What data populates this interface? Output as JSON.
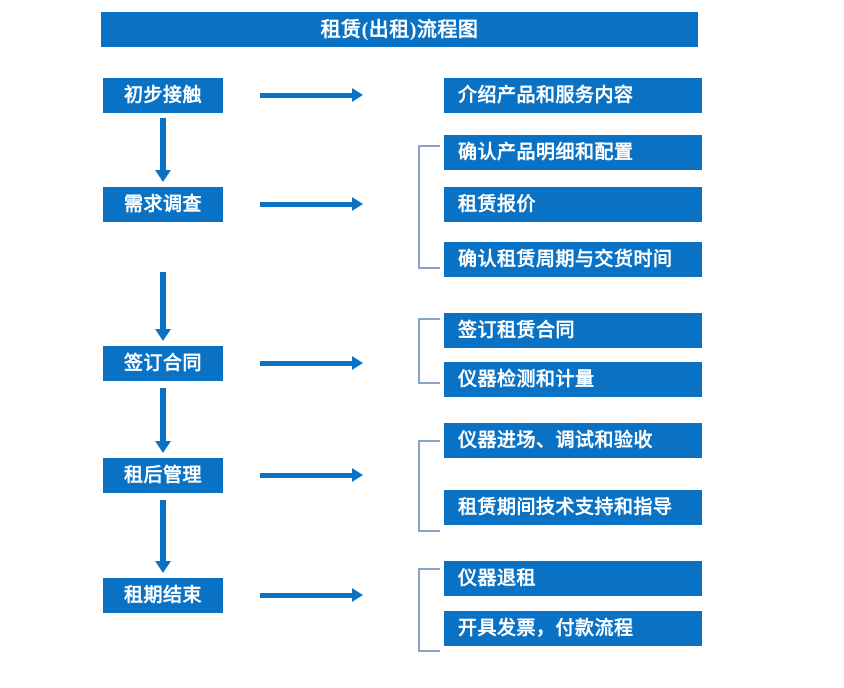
{
  "title": {
    "text": "租赁(出租)流程图"
  },
  "colors": {
    "box_blue": "#0a72c4",
    "bracket": "#8ba3c2",
    "text": "#ffffff",
    "background": "#ffffff"
  },
  "stages": [
    {
      "id": "initial-contact",
      "label": "初步接触"
    },
    {
      "id": "demand-survey",
      "label": "需求调查"
    },
    {
      "id": "sign-contract",
      "label": "签订合同"
    },
    {
      "id": "post-rent-mgmt",
      "label": "租后管理"
    },
    {
      "id": "lease-end",
      "label": "租期结束"
    }
  ],
  "detail_groups": [
    {
      "stage": "initial-contact",
      "has_bracket": false,
      "items": [
        {
          "label": "介绍产品和服务内容"
        }
      ]
    },
    {
      "stage": "demand-survey",
      "has_bracket": true,
      "items": [
        {
          "label": "确认产品明细和配置"
        },
        {
          "label": "租赁报价"
        },
        {
          "label": "确认租赁周期与交货时间"
        }
      ]
    },
    {
      "stage": "sign-contract",
      "has_bracket": true,
      "items": [
        {
          "label": "签订租赁合同"
        },
        {
          "label": "仪器检测和计量"
        }
      ]
    },
    {
      "stage": "post-rent-mgmt",
      "has_bracket": true,
      "items": [
        {
          "label": "仪器进场、调试和验收"
        },
        {
          "label": "租赁期间技术支持和指导"
        }
      ]
    },
    {
      "stage": "lease-end",
      "has_bracket": true,
      "items": [
        {
          "label": "仪器退租"
        },
        {
          "label": "开具发票，付款流程"
        }
      ]
    }
  ],
  "connectors": {
    "horizontal_arrow_icon": "arrow-right-icon",
    "vertical_arrow_icon": "arrow-down-icon",
    "bracket_icon": "group-bracket-icon"
  }
}
